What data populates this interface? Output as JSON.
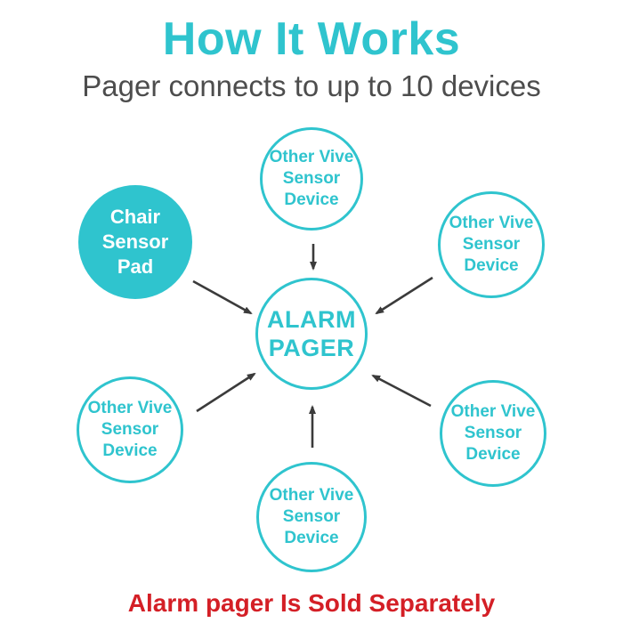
{
  "title": "How It Works",
  "subtitle": "Pager connects to up to 10 devices",
  "footer_note": "Alarm pager Is Sold Separately",
  "colors": {
    "teal_accent": "#2fc4ce",
    "subtitle_gray": "#4d4d4d",
    "footer_red": "#d41f26",
    "arrow_dark": "#3b3b3b",
    "chair_node_text": "#ffffff",
    "background": "#ffffff"
  },
  "diagram": {
    "center_node": {
      "id": "alarm-pager",
      "lines": [
        "ALARM",
        "PAGER"
      ]
    },
    "nodes": [
      {
        "id": "top-device",
        "style": "outline",
        "lines": [
          "Other Vive",
          "Sensor",
          "Device"
        ]
      },
      {
        "id": "upper-right-device",
        "style": "outline",
        "lines": [
          "Other Vive",
          "Sensor",
          "Device"
        ]
      },
      {
        "id": "lower-right-device",
        "style": "outline",
        "lines": [
          "Other Vive",
          "Sensor",
          "Device"
        ]
      },
      {
        "id": "bottom-device",
        "style": "outline",
        "lines": [
          "Other Vive",
          "Sensor",
          "Device"
        ]
      },
      {
        "id": "lower-left-device",
        "style": "outline",
        "lines": [
          "Other Vive",
          "Sensor",
          "Device"
        ]
      },
      {
        "id": "chair-sensor-pad",
        "style": "filled",
        "lines": [
          "Chair",
          "Sensor",
          "Pad"
        ]
      }
    ],
    "arrows": [
      {
        "from": "top-device",
        "to": "alarm-pager",
        "direction": "down"
      },
      {
        "from": "upper-right-device",
        "to": "alarm-pager",
        "direction": "down-left"
      },
      {
        "from": "chair-sensor-pad",
        "to": "alarm-pager",
        "direction": "down-right"
      },
      {
        "from": "lower-left-device",
        "to": "alarm-pager",
        "direction": "up-right"
      },
      {
        "from": "bottom-device",
        "to": "alarm-pager",
        "direction": "up"
      },
      {
        "from": "lower-right-device",
        "to": "alarm-pager",
        "direction": "up-left"
      }
    ]
  }
}
